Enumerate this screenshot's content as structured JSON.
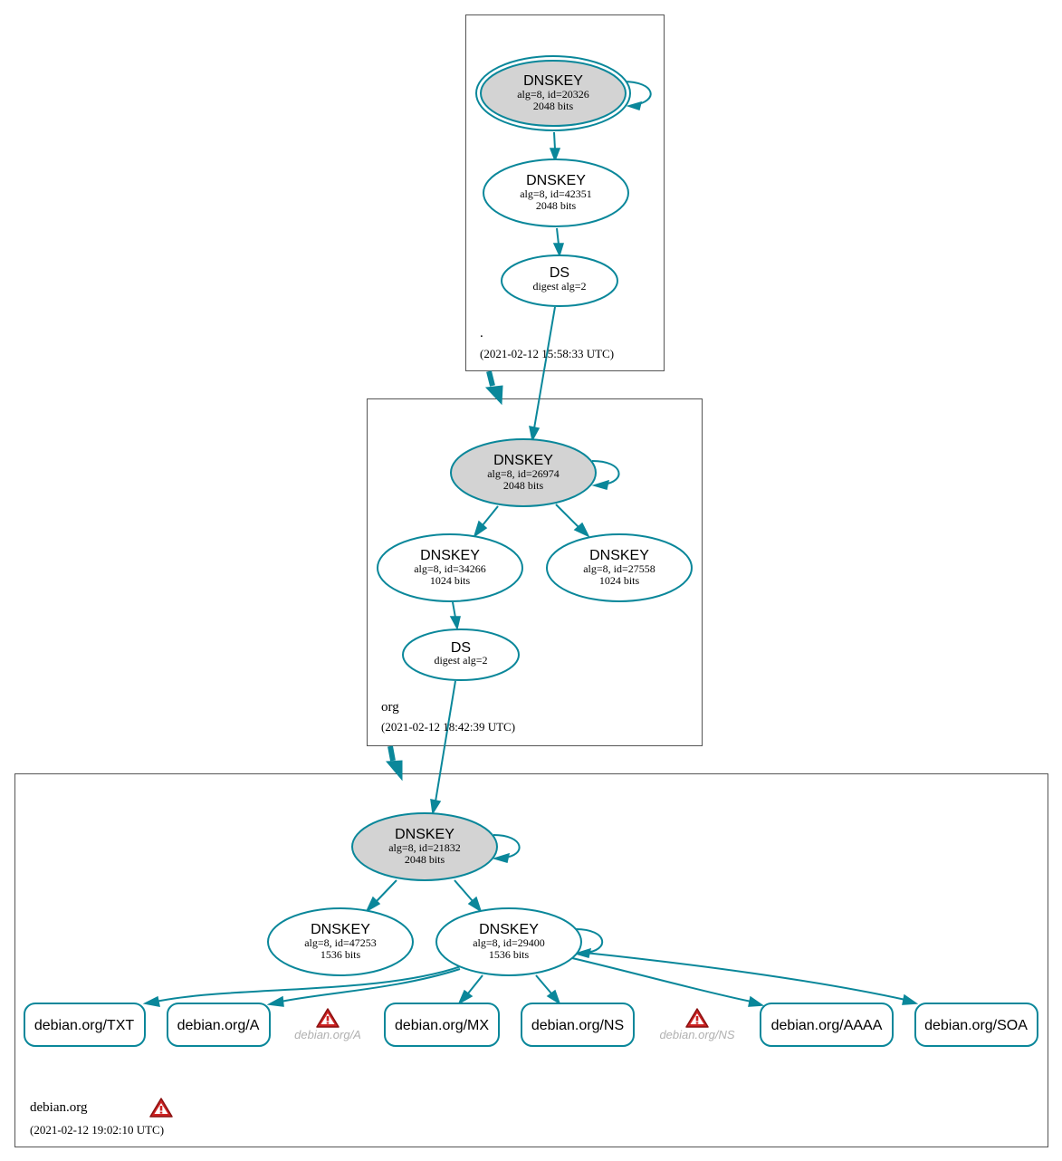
{
  "colors": {
    "edge": "#0a879a",
    "sep_fill": "#d3d3d3",
    "node_fill": "#ffffff",
    "warning_red": "#cc2222",
    "warning_text": "#b0b0b0"
  },
  "zones": [
    {
      "id": "root",
      "name": ".",
      "timestamp": "(2021-02-12 15:58:33 UTC)",
      "nodes": [
        {
          "id": "root_ksk",
          "title": "DNSKEY",
          "line1": "alg=8, id=20326",
          "line2": "2048 bits",
          "trust_anchor": true,
          "sep": true
        },
        {
          "id": "root_zsk",
          "title": "DNSKEY",
          "line1": "alg=8, id=42351",
          "line2": "2048 bits"
        },
        {
          "id": "root_ds",
          "title": "DS",
          "line1": "digest alg=2"
        }
      ]
    },
    {
      "id": "org",
      "name": "org",
      "timestamp": "(2021-02-12 18:42:39 UTC)",
      "nodes": [
        {
          "id": "org_ksk",
          "title": "DNSKEY",
          "line1": "alg=8, id=26974",
          "line2": "2048 bits",
          "sep": true
        },
        {
          "id": "org_zsk1",
          "title": "DNSKEY",
          "line1": "alg=8, id=34266",
          "line2": "1024 bits"
        },
        {
          "id": "org_zsk2",
          "title": "DNSKEY",
          "line1": "alg=8, id=27558",
          "line2": "1024 bits"
        },
        {
          "id": "org_ds",
          "title": "DS",
          "line1": "digest alg=2"
        }
      ]
    },
    {
      "id": "debian",
      "name": "debian.org",
      "timestamp": "(2021-02-12 19:02:10 UTC)",
      "has_warning": true,
      "nodes": [
        {
          "id": "deb_ksk",
          "title": "DNSKEY",
          "line1": "alg=8, id=21832",
          "line2": "2048 bits",
          "sep": true
        },
        {
          "id": "deb_zsk1",
          "title": "DNSKEY",
          "line1": "alg=8, id=47253",
          "line2": "1536 bits"
        },
        {
          "id": "deb_zsk2",
          "title": "DNSKEY",
          "line1": "alg=8, id=29400",
          "line2": "1536 bits"
        }
      ],
      "rrsets": [
        {
          "id": "rr_txt",
          "label": "debian.org/TXT"
        },
        {
          "id": "rr_a",
          "label": "debian.org/A"
        },
        {
          "id": "rr_mx",
          "label": "debian.org/MX"
        },
        {
          "id": "rr_ns",
          "label": "debian.org/NS"
        },
        {
          "id": "rr_aaaa",
          "label": "debian.org/AAAA"
        },
        {
          "id": "rr_soa",
          "label": "debian.org/SOA"
        }
      ],
      "warnings": [
        {
          "id": "warn_a",
          "label": "debian.org/A"
        },
        {
          "id": "warn_ns",
          "label": "debian.org/NS"
        }
      ]
    }
  ]
}
